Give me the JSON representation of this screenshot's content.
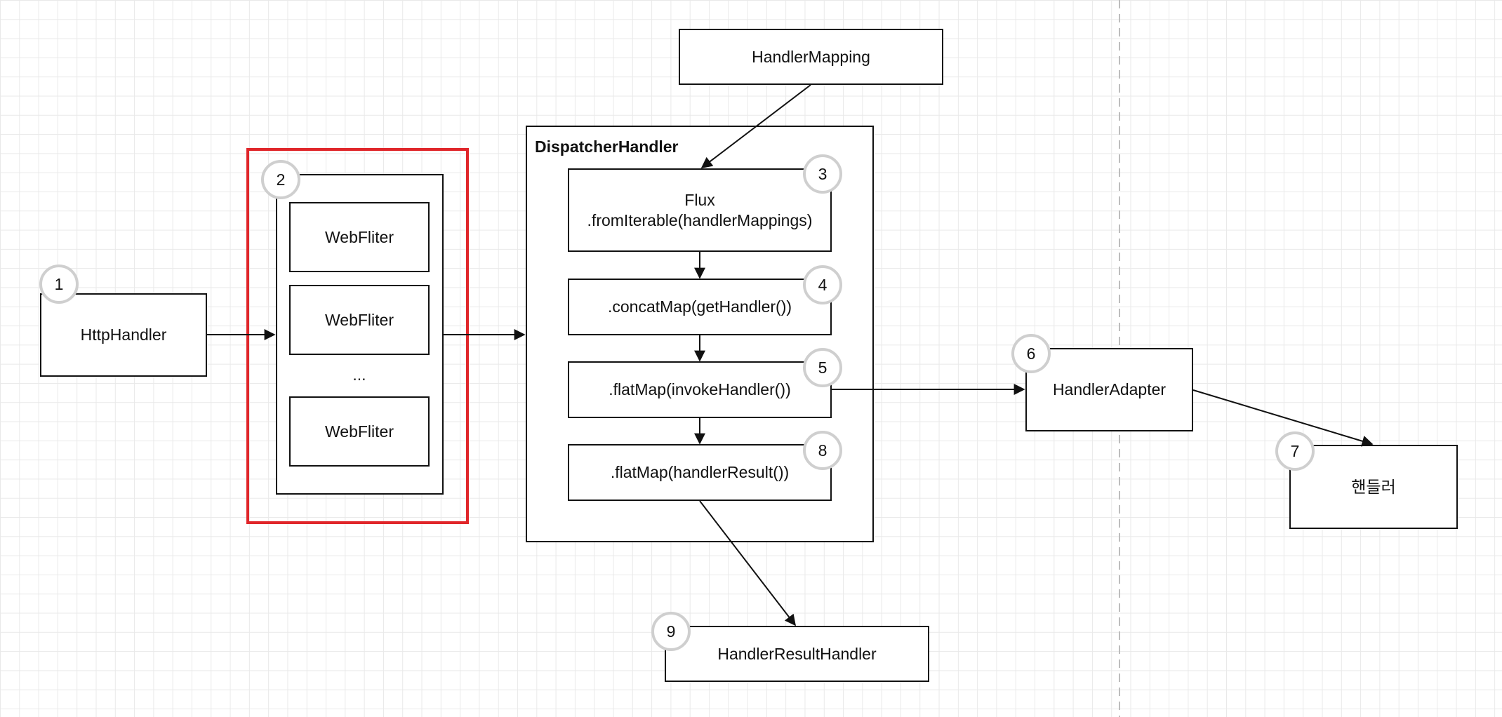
{
  "nodes": {
    "http_handler": "HttpHandler",
    "web_filter_1": "WebFliter",
    "web_filter_2": "WebFliter",
    "web_filter_ellipsis": "...",
    "web_filter_3": "WebFliter",
    "handler_mapping": "HandlerMapping",
    "dispatcher_title": "DispatcherHandler",
    "step_flux": "Flux\n.fromIterable(handlerMappings)",
    "step_concat_map": ".concatMap(getHandler())",
    "step_invoke": ".flatMap(invokeHandler())",
    "step_result": ".flatMap(handlerResult())",
    "handler_adapter": "HandlerAdapter",
    "handler": "핸들러",
    "handler_result_handler": "HandlerResultHandler"
  },
  "badges": {
    "b1": "1",
    "b2": "2",
    "b3": "3",
    "b4": "4",
    "b5": "5",
    "b6": "6",
    "b7": "7",
    "b8": "8",
    "b9": "9"
  },
  "colors": {
    "highlight": "#e0262a",
    "stroke": "#111111",
    "badge_border": "#cfcfcf",
    "grid": "#e9e9e9"
  }
}
